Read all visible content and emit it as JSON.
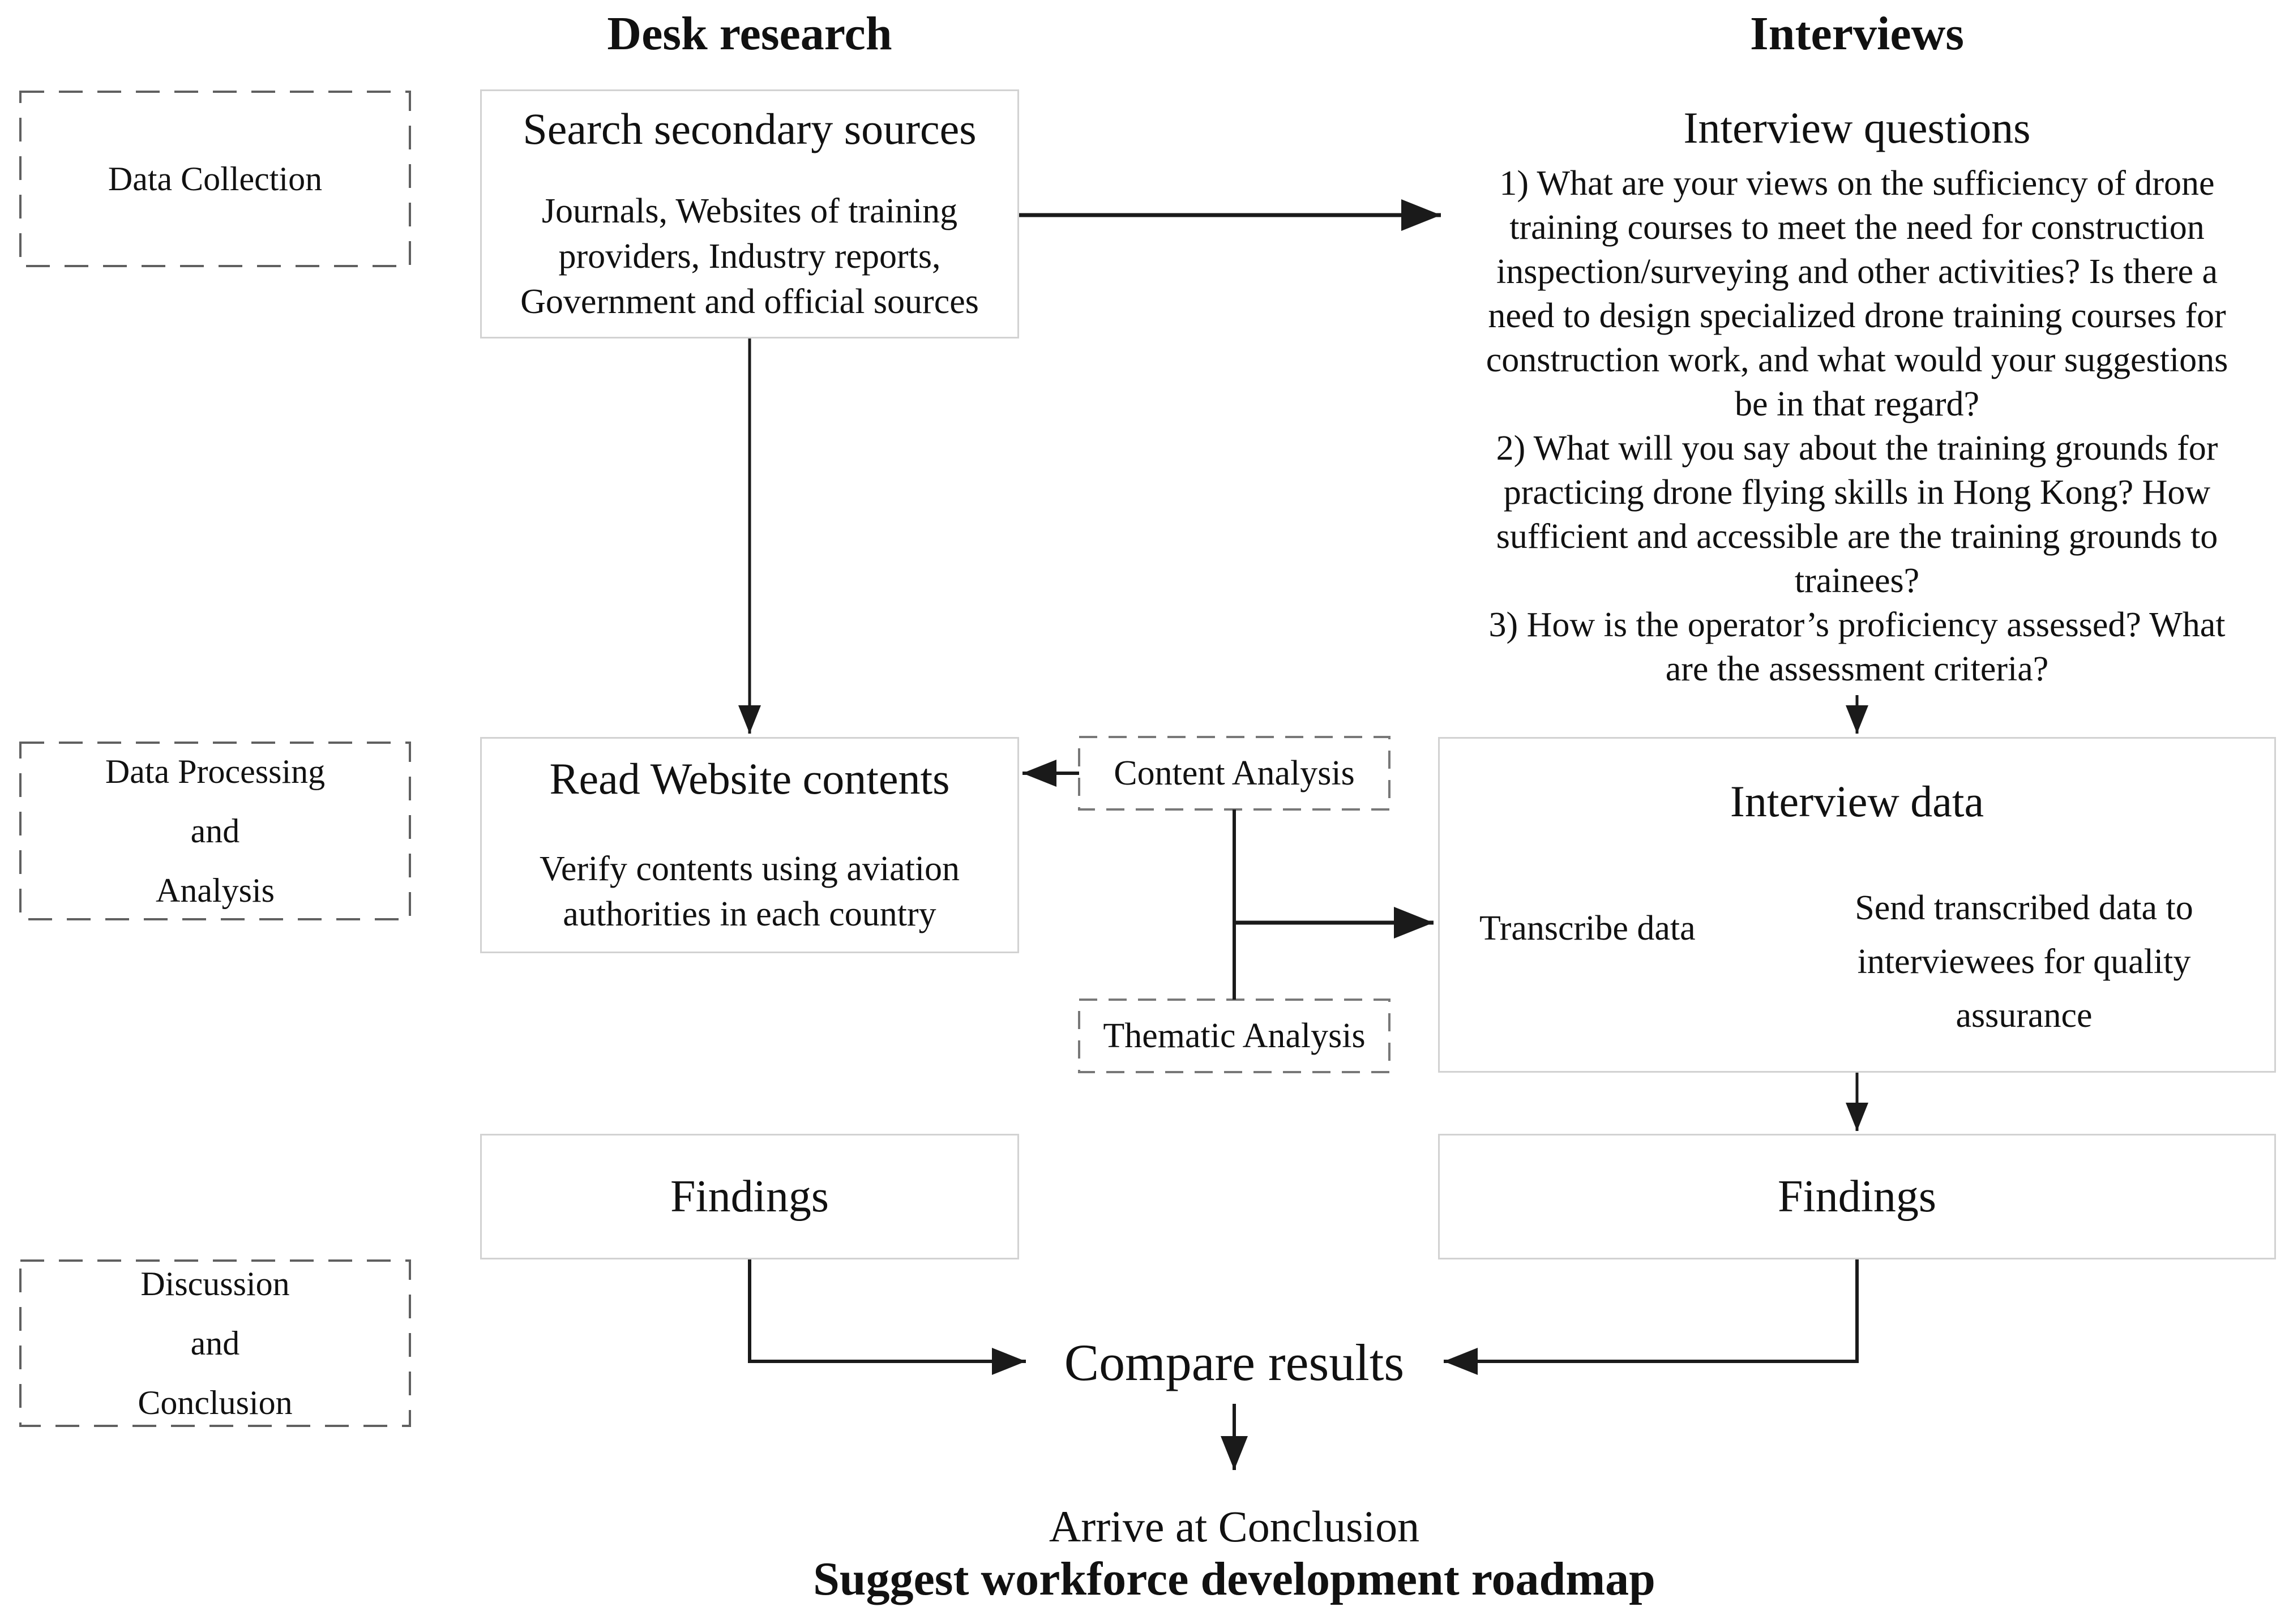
{
  "colors": {
    "text": "#111111",
    "arrow": "#1a1a1a",
    "solid_box_border": "#d2d2d2",
    "dashed_box_border": "#606060"
  },
  "headings": {
    "desk_research": "Desk research",
    "interviews": "Interviews"
  },
  "stages": [
    {
      "label": "Data Collection"
    },
    {
      "label": "Data Processing\nand\nAnalysis"
    },
    {
      "label": "Discussion\nand\nConclusion"
    }
  ],
  "desk_column": {
    "search_box": {
      "title": "Search secondary sources",
      "body": "Journals, Websites of training\nproviders, Industry reports,\nGovernment and official sources"
    },
    "read_box": {
      "title": "Read Website contents",
      "body": "Verify contents using aviation\nauthorities in each country"
    },
    "findings": "Findings"
  },
  "analysis_methods": {
    "content": "Content Analysis",
    "thematic": "Thematic Analysis"
  },
  "interviews_column": {
    "questions": {
      "title": "Interview questions",
      "items": [
        "1) What are your views on the sufficiency of drone\ntraining courses to meet the need for construction\ninspection/surveying and other activities? Is there a\nneed to design specialized drone training courses for\nconstruction work, and what would your suggestions\nbe in that regard?",
        "2) What will you say about the training grounds for\npracticing drone flying skills in Hong Kong? How\nsufficient and accessible are the training grounds to\ntrainees?",
        "3) How is the operator’s proficiency assessed? What\nare the assessment criteria?"
      ]
    },
    "interview_data_box": {
      "title": "Interview data",
      "transcribe": "Transcribe data",
      "send": "Send transcribed data to\ninterviewees for quality\nassurance"
    },
    "findings": "Findings"
  },
  "conclusion": {
    "compare": "Compare results",
    "arrive": "Arrive at Conclusion",
    "suggest": "Suggest workforce development roadmap"
  }
}
